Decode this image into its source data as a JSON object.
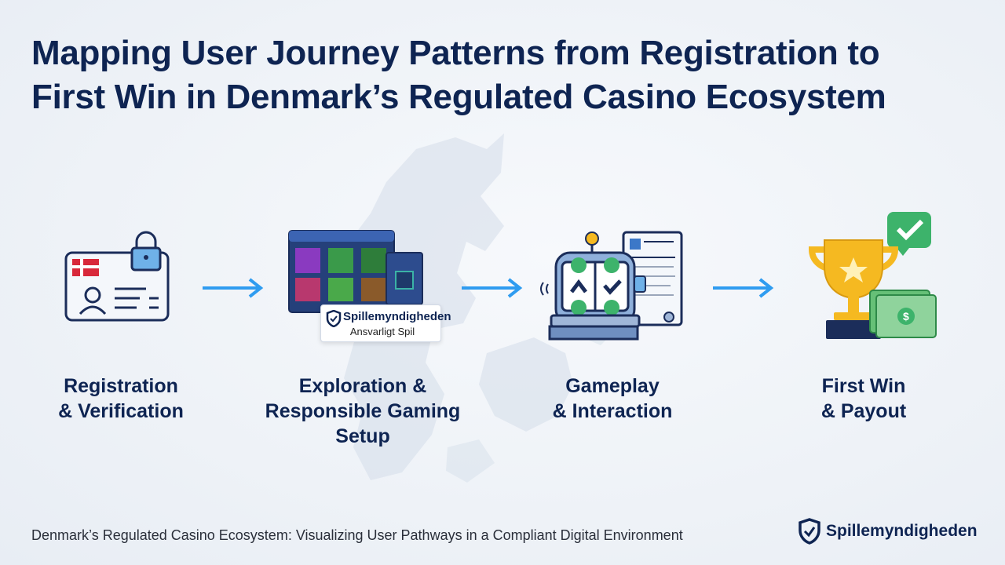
{
  "title": {
    "line1": "Mapping User Journey Patterns from Registration to",
    "line2": "First Win  in Denmark’s Regulated Casino Ecosystem"
  },
  "steps": [
    {
      "line1": "Registration",
      "line2": "& Verification",
      "icon": "id-card-lock-icon"
    },
    {
      "line1": "Exploration &",
      "line2": "Responsible Gaming",
      "line3": "Setup",
      "icon": "game-lobby-icon"
    },
    {
      "line1": "Gameplay",
      "line2": "& Interaction",
      "icon": "slot-machine-icon"
    },
    {
      "line1": "First Win",
      "line2": "& Payout",
      "icon": "trophy-cash-icon"
    }
  ],
  "badge": {
    "title": "Spillemyndigheden",
    "subtitle": "Ansvarligt Spil"
  },
  "footer": {
    "caption": "Denmark’s Regulated Casino Ecosystem: Visualizing User Pathways in a Compliant Digital Environment",
    "brand": "Spillemyndigheden"
  },
  "colors": {
    "title": "#0e2452",
    "arrow": "#2f9cf0",
    "danish_red": "#d8283a",
    "gold": "#f5b921",
    "green": "#3db36b"
  }
}
